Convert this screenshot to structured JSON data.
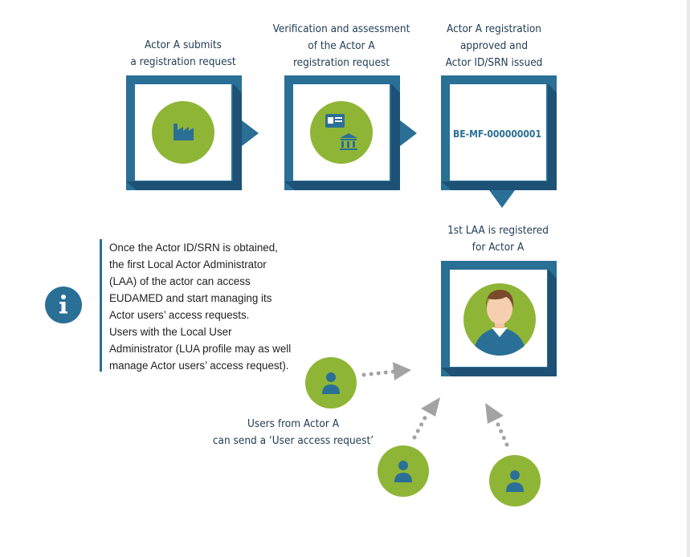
{
  "steps": [
    {
      "label_lines": [
        "Actor A submits",
        "a registration request"
      ],
      "icon": "factory-icon"
    },
    {
      "label_lines": [
        "Verification and assessment",
        "of the Actor A",
        "registration request"
      ],
      "icon": "id-card-and-bank-icon"
    },
    {
      "label_lines": [
        "Actor A registration",
        "approved and",
        "Actor ID/SRN issued"
      ],
      "srn": "BE-MF-000000001"
    },
    {
      "label_lines": [
        "1st LAA is registered",
        "for Actor A"
      ],
      "icon": "administrator-avatar-icon"
    }
  ],
  "info": {
    "icon": "info-icon",
    "lines": [
      "Once the Actor ID/SRN is obtained,",
      "the first Local Actor Administrator",
      "(LAA) of the actor can access",
      "EUDAMED and start managing its",
      "Actor users’ access requests.",
      "Users with the Local User",
      "Administrator (LUA profile may as well",
      "manage Actor users’ access request)."
    ]
  },
  "users": {
    "label_lines": [
      "Users from Actor A",
      "can send a ‘User access request’"
    ],
    "icon": "user-icon"
  },
  "colors": {
    "blue": "#2a6f96",
    "blue_dark": "#1d5175",
    "green": "#8fb537",
    "gray_arrow": "#a3a3a3"
  }
}
